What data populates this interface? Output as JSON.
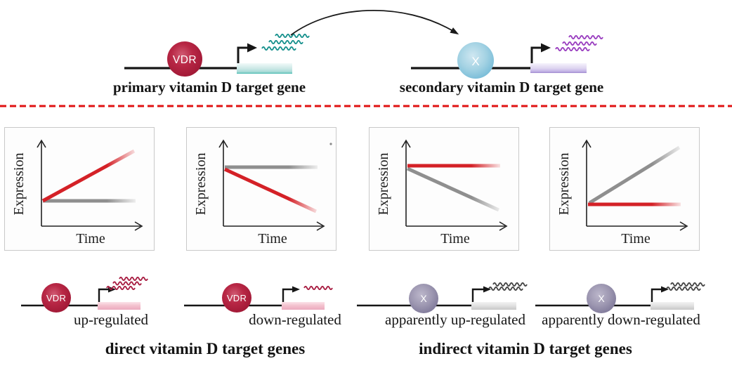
{
  "figure": {
    "top_row": {
      "primary_gene": {
        "factor_label": "VDR",
        "caption": "primary vitamin D target gene"
      },
      "secondary_gene": {
        "factor_label": "X",
        "caption": "secondary vitamin D target gene"
      }
    },
    "plots": [
      {
        "ylabel": "Expression",
        "xlabel": "Time",
        "series": [
          {
            "color": "red",
            "trend": "rising"
          },
          {
            "color": "gray",
            "trend": "flat"
          }
        ]
      },
      {
        "ylabel": "Expression",
        "xlabel": "Time",
        "series": [
          {
            "color": "red",
            "trend": "falling"
          },
          {
            "color": "gray",
            "trend": "flat"
          }
        ]
      },
      {
        "ylabel": "Expression",
        "xlabel": "Time",
        "series": [
          {
            "color": "red",
            "trend": "flat"
          },
          {
            "color": "gray",
            "trend": "falling"
          }
        ]
      },
      {
        "ylabel": "Expression",
        "xlabel": "Time",
        "series": [
          {
            "color": "red",
            "trend": "flat"
          },
          {
            "color": "gray",
            "trend": "rising"
          }
        ]
      }
    ],
    "gene_diagrams": [
      {
        "factor_label": "VDR",
        "caption": "up-regulated"
      },
      {
        "factor_label": "VDR",
        "caption": "down-regulated"
      },
      {
        "factor_label": "X",
        "caption": "apparently up-regulated"
      },
      {
        "factor_label": "X",
        "caption": "apparently down-regulated"
      }
    ],
    "group_titles": {
      "direct": "direct vitamin D target genes",
      "indirect": "indirect vitamin D target genes"
    },
    "colors": {
      "vdr_red": "#ae2040",
      "factor_x_blue": "#7fc0da",
      "factor_x_purple_gray": "#8b85a4",
      "plot_line_red": "#d42127",
      "plot_line_gray": "#8f8f8f",
      "mrna_teal": "#17918d",
      "mrna_purple": "#9a3fc0",
      "mrna_crimson": "#a81d42",
      "mrna_gray": "#454545",
      "gene_body_teal": "#4fbcb4",
      "gene_body_purple": "#a18dd1",
      "gene_body_pink": "#eca9bd",
      "gene_body_gray": "#c7c7c7",
      "separator_red": "#e01212"
    }
  }
}
